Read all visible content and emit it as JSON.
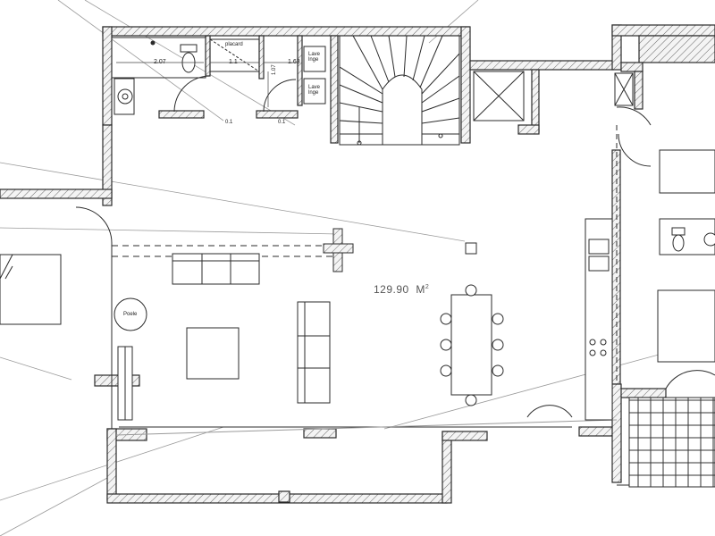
{
  "plan": {
    "area_value": "129.90",
    "area_unit": "M",
    "area_unit_power": "2",
    "labels": {
      "placard": "placard",
      "lave_linge_1": "Lave\nlnge",
      "lave_linge_2": "Lave\nlnge",
      "poele": "Poele"
    },
    "dimensions": {
      "d1": "2.07",
      "d2": "1.1",
      "d3": "1.63",
      "d4": "1.07",
      "d5": "0.1",
      "d6": "0.1"
    }
  },
  "colors": {
    "wall_fill": "#f2f2f2",
    "line": "#2b2b2b",
    "hatch": "#6a6a6a",
    "ray": "#9a9a9a"
  }
}
